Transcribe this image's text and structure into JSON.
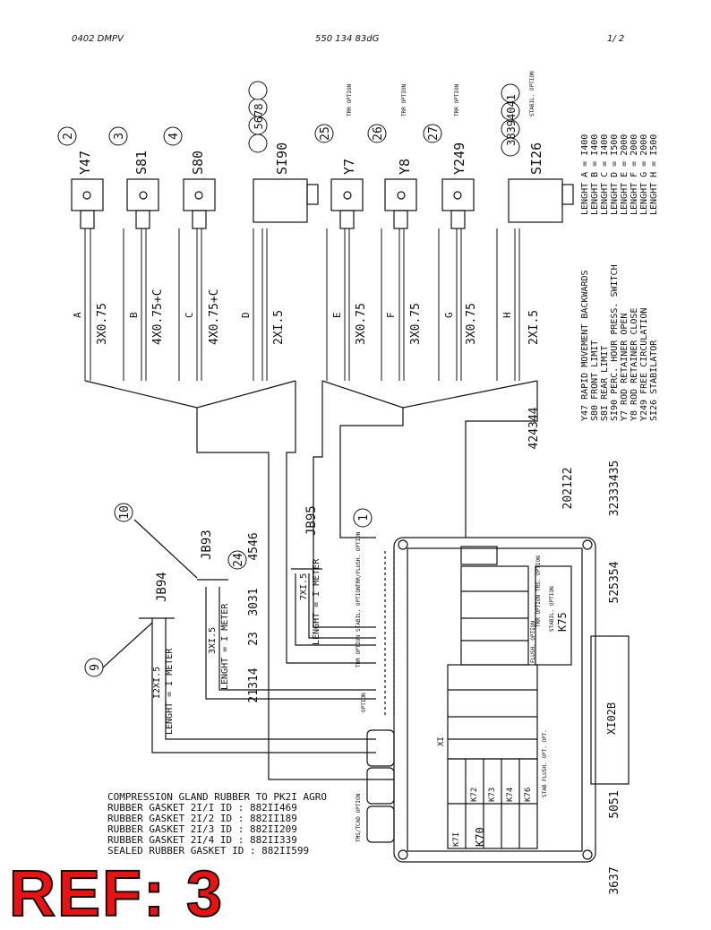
{
  "header": {
    "left": "0402 DMPV",
    "center": "550 134 83dG",
    "right": "1/  2"
  },
  "components": [
    {
      "code": "Y47",
      "ref": "2",
      "wire": "3X0.75",
      "length": "A",
      "note": ""
    },
    {
      "code": "S81",
      "ref": "3",
      "wire": "4X0.75+C",
      "length": "B",
      "note": ""
    },
    {
      "code": "S80",
      "ref": "4",
      "wire": "4X0.75+C",
      "length": "C",
      "note": ""
    },
    {
      "code": "SI90",
      "ref": "5678",
      "wire": "2XI.5",
      "length": "D",
      "note": ""
    },
    {
      "code": "Y7",
      "ref": "25",
      "wire": "3X0.75",
      "length": "E",
      "note": "TRR OPTION"
    },
    {
      "code": "Y8",
      "ref": "26",
      "wire": "3X0.75",
      "length": "F",
      "note": "TRR OPTION"
    },
    {
      "code": "Y249",
      "ref": "27",
      "wire": "3X0.75",
      "length": "G",
      "note": "TRR OPTION"
    },
    {
      "code": "SI26",
      "ref": "38394041",
      "wire": "2XI.5",
      "length": "H",
      "note": "STABIL. OPTION"
    }
  ],
  "lengths": [
    "LENGHT A = I400",
    "LENGHT B = I400",
    "LENGHT C = I400",
    "LENGHT D = I500",
    "LENGHT E = 2000",
    "LENGHT F = 2000",
    "LENGHT G = 2000",
    "LENGHT H = I500"
  ],
  "legend": [
    "Y47   RAPID MOVEMENT BACKWARDS",
    "S80   FRONT LIMIT",
    "S8I   REAR LIMIT",
    "SI90  PERC. HOUR PRESS. SWITCH",
    "Y7    ROD RETAINER OPEN",
    "Y8    ROD RETAINER CLOSE",
    "Y249  FREE CIRCULATION",
    "SI26  STABILATOR"
  ],
  "junctions": [
    {
      "name": "JB94",
      "cable": "I2XI.5",
      "length": "LENGHT = I METER",
      "ref": "9"
    },
    {
      "name": "JB93",
      "cable": "3XI.5",
      "length": "LENGHT = I METER",
      "ref": "10"
    },
    {
      "name": "JB95",
      "cable": "7XI.5",
      "length": "LENGHT = I METER",
      "ref": "24"
    }
  ],
  "refs": {
    "box": "1",
    "r4546": "4546",
    "r3031": "3031",
    "r23": "23",
    "r21314": "21314",
    "r424344": "424344",
    "r202122": "202122",
    "r32333435": "32333435",
    "r525354": "525354",
    "r5051": "5051",
    "r3637": "3637"
  },
  "options": {
    "trr_flush": "TRR/FLUSH. OPTION",
    "stabil": "STABIL. OPTION",
    "trr": "TRR OPTION",
    "option": "OPTION",
    "tms": "TMS/TCAD OPTION",
    "stab_flush": "STAB FLUSH. OPT. OPT.",
    "flush": "FLUSH. OPTION",
    "trr2": "TRR OPTION",
    "trs": "TRS. OPTION",
    "stabil2": "STABIL. OPTION"
  },
  "relays": [
    "K7I",
    "K72",
    "K73",
    "K74",
    "K76",
    "K70"
  ],
  "k75": "K75",
  "x102b": "XI02B",
  "x1": "XI",
  "gasket": [
    "COMPRESSION GLAND RUBBER TO PK2I AGRO",
    "RUBBER GASKET 2I/I ID : 882II469",
    "RUBBER GASKET 2I/2 ID : 882II189",
    "RUBBER GASKET 2I/3 ID : 882II209",
    "RUBBER GASKET 2I/4 ID : 882II339",
    "SEALED RUBBER GASKET ID : 882II599"
  ],
  "ref_label": "REF: 3"
}
